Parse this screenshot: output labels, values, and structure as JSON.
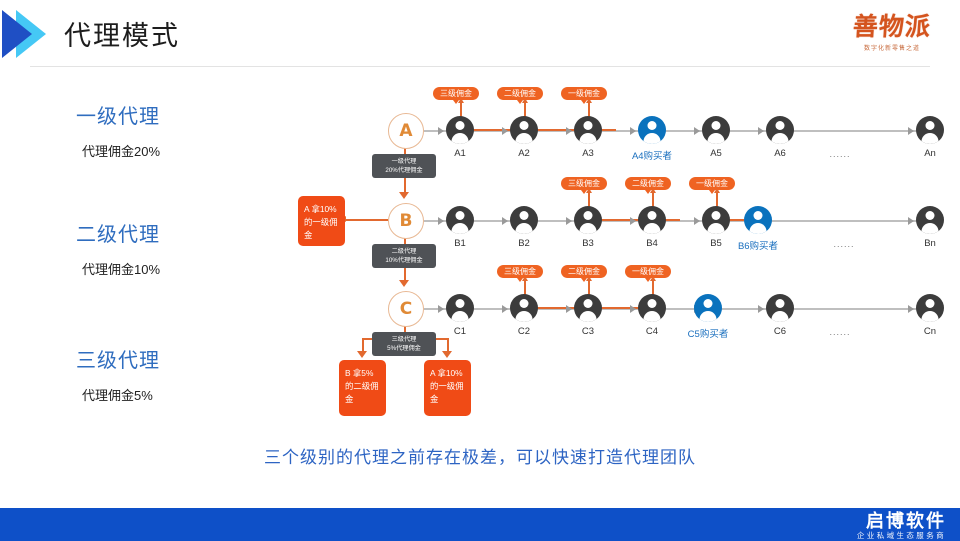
{
  "header": {
    "title": "代理模式",
    "logo_icon": "double-chevron-icon",
    "brand": {
      "name": "善物派",
      "tagline": "数字化新零售之道"
    }
  },
  "levels": [
    {
      "title": "一级代理",
      "subtitle": "代理佣金20%"
    },
    {
      "title": "二级代理",
      "subtitle": "代理佣金10%"
    },
    {
      "title": "三级代理",
      "subtitle": "代理佣金5%"
    }
  ],
  "diagram": {
    "rows": [
      {
        "root": "A",
        "badge_line1": "一级代理",
        "badge_line2": "20%代理佣金",
        "pills": [
          "三级佣金",
          "二级佣金",
          "一级佣金"
        ],
        "nodes": [
          {
            "label": "A1",
            "buyer": false
          },
          {
            "label": "A2",
            "buyer": false
          },
          {
            "label": "A3",
            "buyer": false
          },
          {
            "label": "A4购买者",
            "buyer": true
          },
          {
            "label": "A5",
            "buyer": false
          },
          {
            "label": "A6",
            "buyer": false
          },
          {
            "label": "An",
            "buyer": false
          }
        ],
        "ellipsis": "......"
      },
      {
        "root": "B",
        "badge_line1": "二级代理",
        "badge_line2": "10%代理佣金",
        "pills": [
          "三级佣金",
          "二级佣金",
          "一级佣金"
        ],
        "nodes": [
          {
            "label": "B1",
            "buyer": false
          },
          {
            "label": "B2",
            "buyer": false
          },
          {
            "label": "B3",
            "buyer": false
          },
          {
            "label": "B4",
            "buyer": false
          },
          {
            "label": "B5",
            "buyer": false
          },
          {
            "label": "B6购买者",
            "buyer": true
          },
          {
            "label": "Bn",
            "buyer": false
          }
        ],
        "ellipsis": "......",
        "side_box": "A 拿10%的一级佣金"
      },
      {
        "root": "C",
        "badge_line1": "三级代理",
        "badge_line2": "5%代理佣金",
        "pills": [
          "三级佣金",
          "二级佣金",
          "一级佣金"
        ],
        "nodes": [
          {
            "label": "C1",
            "buyer": false
          },
          {
            "label": "C2",
            "buyer": false
          },
          {
            "label": "C3",
            "buyer": false
          },
          {
            "label": "C4",
            "buyer": false
          },
          {
            "label": "C5购买者",
            "buyer": true
          },
          {
            "label": "C6",
            "buyer": false
          },
          {
            "label": "Cn",
            "buyer": false
          }
        ],
        "ellipsis": "......"
      }
    ],
    "bottom_boxes": [
      "B 拿5%的二级佣金",
      "A 拿10%的一级佣金"
    ]
  },
  "caption": "三个级别的代理之前存在极差，可以快速打造代理团队",
  "footer": {
    "brand": "启博软件",
    "tagline": "企业私域生态服务商",
    "bar_color": "#0e50c8"
  },
  "colors": {
    "accent_orange": "#ef6322",
    "accent_blue": "#2f6dbf",
    "buyer_blue": "#0a72bd",
    "node_dark": "#3c3c3c"
  }
}
